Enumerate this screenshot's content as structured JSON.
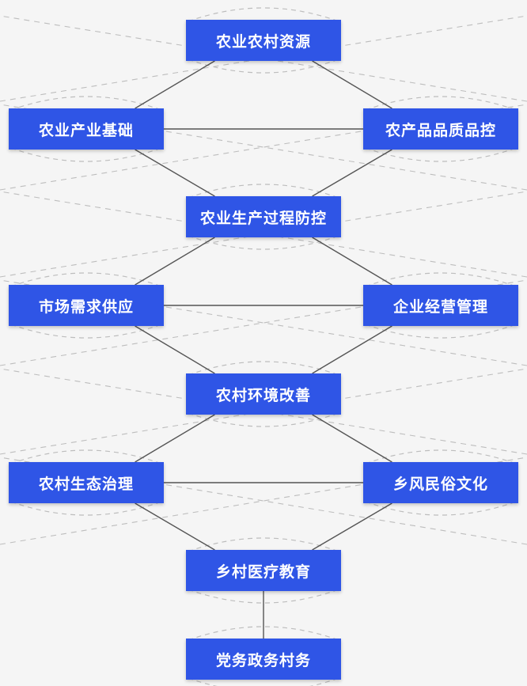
{
  "nodes": [
    {
      "id": "n1",
      "label": "农业农村资源"
    },
    {
      "id": "n2",
      "label": "农业产业基础"
    },
    {
      "id": "n3",
      "label": "农产品品质品控"
    },
    {
      "id": "n4",
      "label": "农业生产过程防控"
    },
    {
      "id": "n5",
      "label": "市场需求供应"
    },
    {
      "id": "n6",
      "label": "企业经营管理"
    },
    {
      "id": "n7",
      "label": "农村环境改善"
    },
    {
      "id": "n8",
      "label": "农村生态治理"
    },
    {
      "id": "n9",
      "label": "乡风民俗文化"
    },
    {
      "id": "n10",
      "label": "乡村医疗教育"
    },
    {
      "id": "n11",
      "label": "党务政务村务"
    }
  ],
  "edges": [
    [
      "n1",
      "n2"
    ],
    [
      "n1",
      "n3"
    ],
    [
      "n2",
      "n3"
    ],
    [
      "n2",
      "n4"
    ],
    [
      "n3",
      "n4"
    ],
    [
      "n4",
      "n5"
    ],
    [
      "n4",
      "n6"
    ],
    [
      "n5",
      "n6"
    ],
    [
      "n5",
      "n7"
    ],
    [
      "n6",
      "n7"
    ],
    [
      "n7",
      "n8"
    ],
    [
      "n7",
      "n9"
    ],
    [
      "n8",
      "n9"
    ],
    [
      "n8",
      "n10"
    ],
    [
      "n9",
      "n10"
    ],
    [
      "n10",
      "n11"
    ]
  ],
  "colors": {
    "node_fill": "#2f55e6",
    "node_text": "#ffffff",
    "edge": "#555555",
    "dashed_decoration": "#bdbdbd",
    "background": "#f5f5f5"
  }
}
